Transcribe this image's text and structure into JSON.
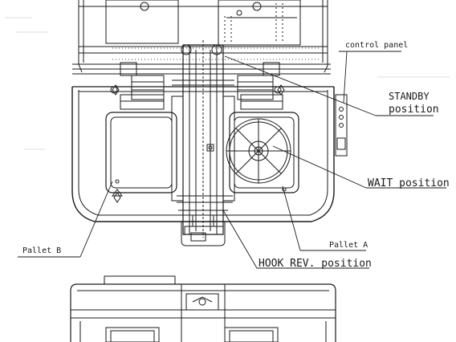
{
  "labels": {
    "control_panel": "control panel",
    "standby_line1": "STANDBY",
    "standby_line2": "position",
    "wait": "WAIT position",
    "pallet_a": "Pallet A",
    "pallet_b": "Pallet B",
    "hook_rev": "HOOK REV. position"
  },
  "colors": {
    "ink": "#1a1a1a",
    "paper": "#ffffff"
  }
}
